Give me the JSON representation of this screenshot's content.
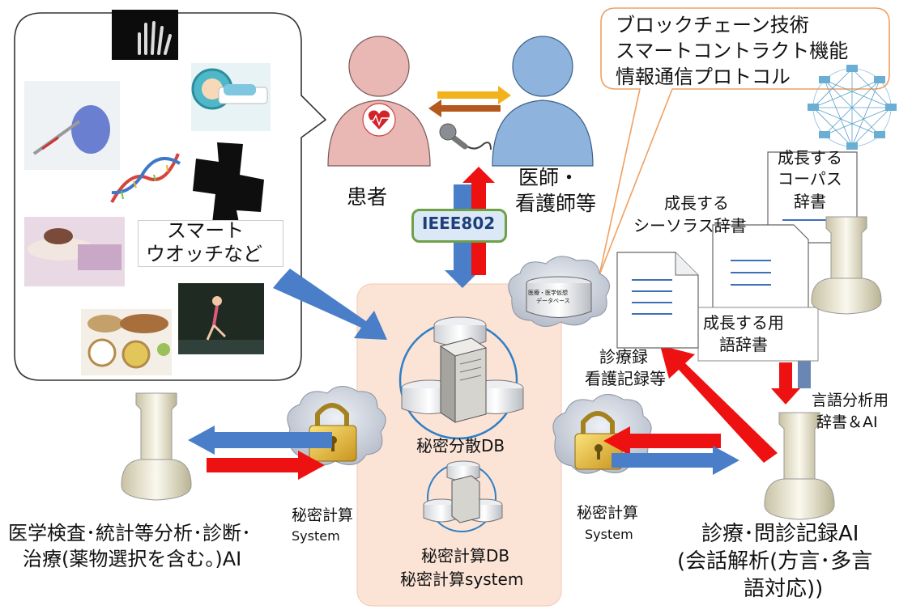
{
  "labels": {
    "patient": "患者",
    "doctor_line1": "医師・",
    "doctor_line2": "看護師等",
    "ieee": "IEEE802",
    "smartwatch_line1": "スマート",
    "smartwatch_line2": "ウオッチなど",
    "blockchain_line1": "ブロックチェーン技術",
    "blockchain_line2": "スマートコントラクト機能",
    "blockchain_line3": "情報通信プロトコル",
    "corpus_line1": "成長する",
    "corpus_line2": "コーパス",
    "corpus_line3": "辞書",
    "thesaurus_line1": "成長する",
    "thesaurus_line2": "シーソラス辞書",
    "term_line1": "成長する用",
    "term_line2": "語辞書",
    "records_line1": "診療録",
    "records_line2": "看護記録等",
    "lang_ai_line1": "言語分析用",
    "lang_ai_line2": "辞書＆AI",
    "db_small_line1": "医療・医学仮想",
    "db_small_line2": "データベース",
    "secret_db": "秘密分散DB",
    "secret_calc_db_line1": "秘密計算DB",
    "secret_calc_db_line2": "秘密計算system",
    "secret_calc_left_line1": "秘密計算",
    "secret_calc_left_line2": "System",
    "secret_calc_right_line1": "秘密計算",
    "secret_calc_right_line2": "System",
    "left_ai_line1": "医学検査･統計等分析･診断･",
    "left_ai_line2": "治療(薬物選択を含む。)AI",
    "right_ai_line1": "診療･問診記録AI",
    "right_ai_line2": "(会話解析(方言･多言",
    "right_ai_line3": "語対応))"
  },
  "colors": {
    "red_arrow": "#ee1111",
    "blue_arrow": "#4a7ec8",
    "orange_arrow": "#f2b21c",
    "brown_arrow": "#b5581e",
    "center_panel": "#fbe3d6",
    "person_patient": "#e9b7b4",
    "person_doctor": "#8eb4de",
    "ieee_fill": "#dbe9f6",
    "ieee_border": "#6ea047",
    "callout_border": "#f0a060"
  }
}
